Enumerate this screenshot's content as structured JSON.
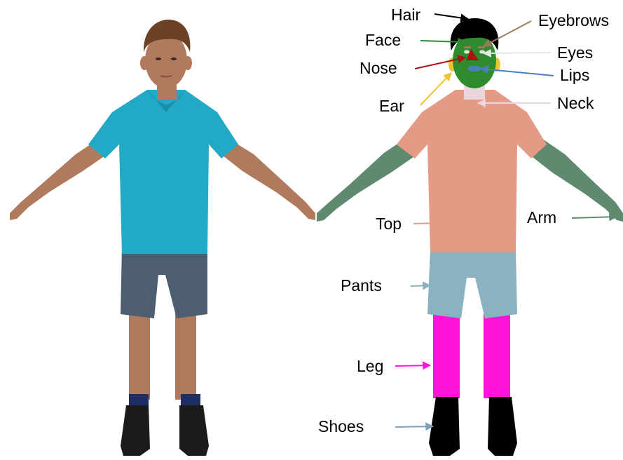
{
  "colors": {
    "shirt_textured": "#22a9c6",
    "skin_textured": "#b07a5e",
    "jeans_textured": "#4d5e70",
    "hair_textured": "#6b4226",
    "shoe_textured": "#1b1b1b",
    "sock_textured": "#1d2f63"
  },
  "parts": [
    {
      "id": "hair",
      "label": "Hair",
      "color": "#000000"
    },
    {
      "id": "face",
      "label": "Face",
      "color": "#2e8b2e"
    },
    {
      "id": "nose",
      "label": "Nose",
      "color": "#b01010"
    },
    {
      "id": "ear",
      "label": "Ear",
      "color": "#f2c230"
    },
    {
      "id": "eyebrows",
      "label": "Eyebrows",
      "color": "#9a7a5a"
    },
    {
      "id": "eyes",
      "label": "Eyes",
      "color": "#e6e6e6"
    },
    {
      "id": "lips",
      "label": "Lips",
      "color": "#4a7ec0"
    },
    {
      "id": "neck",
      "label": "Neck",
      "color": "#ecd6de"
    },
    {
      "id": "top",
      "label": "Top",
      "color": "#e59a86"
    },
    {
      "id": "arm",
      "label": "Arm",
      "color": "#5f8a70"
    },
    {
      "id": "pants",
      "label": "Pants",
      "color": "#8ab2c0"
    },
    {
      "id": "leg",
      "label": "Leg",
      "color": "#ff14dc"
    },
    {
      "id": "shoes",
      "label": "Shoes",
      "color": "#7f9fb8"
    }
  ]
}
